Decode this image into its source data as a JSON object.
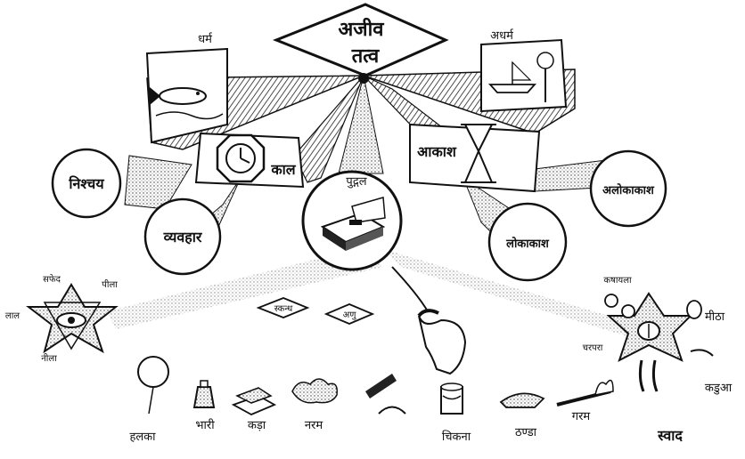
{
  "title": {
    "line1": "अजीव",
    "line2": "तत्व"
  },
  "dharma": "धर्म",
  "adharma": "अधर्म",
  "kaal": "काल",
  "akash": "आकाश",
  "nishchay": "निश्चय",
  "vyavhar": "व्यवहार",
  "pudgal": "पुद्गल",
  "alokakash": "अलोकाकाश",
  "lokakash": "लोकाकाश",
  "skandh": "स्कन्ध",
  "anu": "अणु",
  "colors": {
    "safed": "सफेद",
    "peela": "पीला",
    "laal": "लाल",
    "neela": "नीला"
  },
  "tastes": {
    "kasayla": "कषायला",
    "meetha": "मीठा",
    "charpara": "चरपरा",
    "kadua": "कडुआ"
  },
  "bottom": {
    "halka": "हलका",
    "bhari": "भारी",
    "kada": "कड़ा",
    "naram": "नरम",
    "chikna": "चिकना",
    "thanda": "ठण्डा",
    "garam": "गरम",
    "swad": "स्वाद"
  },
  "icons": {
    "fish": "fish-icon",
    "boat": "boat-icon",
    "clock": "clock-icon",
    "hourglass": "hourglass-icon",
    "cigarette_box": "cigarette-box-icon",
    "hand": "hand-icon",
    "eye": "eye-icon",
    "tongue": "tongue-icon",
    "balloon": "balloon-icon",
    "weight": "weight-icon",
    "brick": "brick-icon",
    "cotton": "cotton-icon",
    "butter": "butter-icon",
    "ice": "ice-icon",
    "fire": "fire-icon",
    "fruit": "fruit-icon",
    "chili": "chili-icon"
  }
}
